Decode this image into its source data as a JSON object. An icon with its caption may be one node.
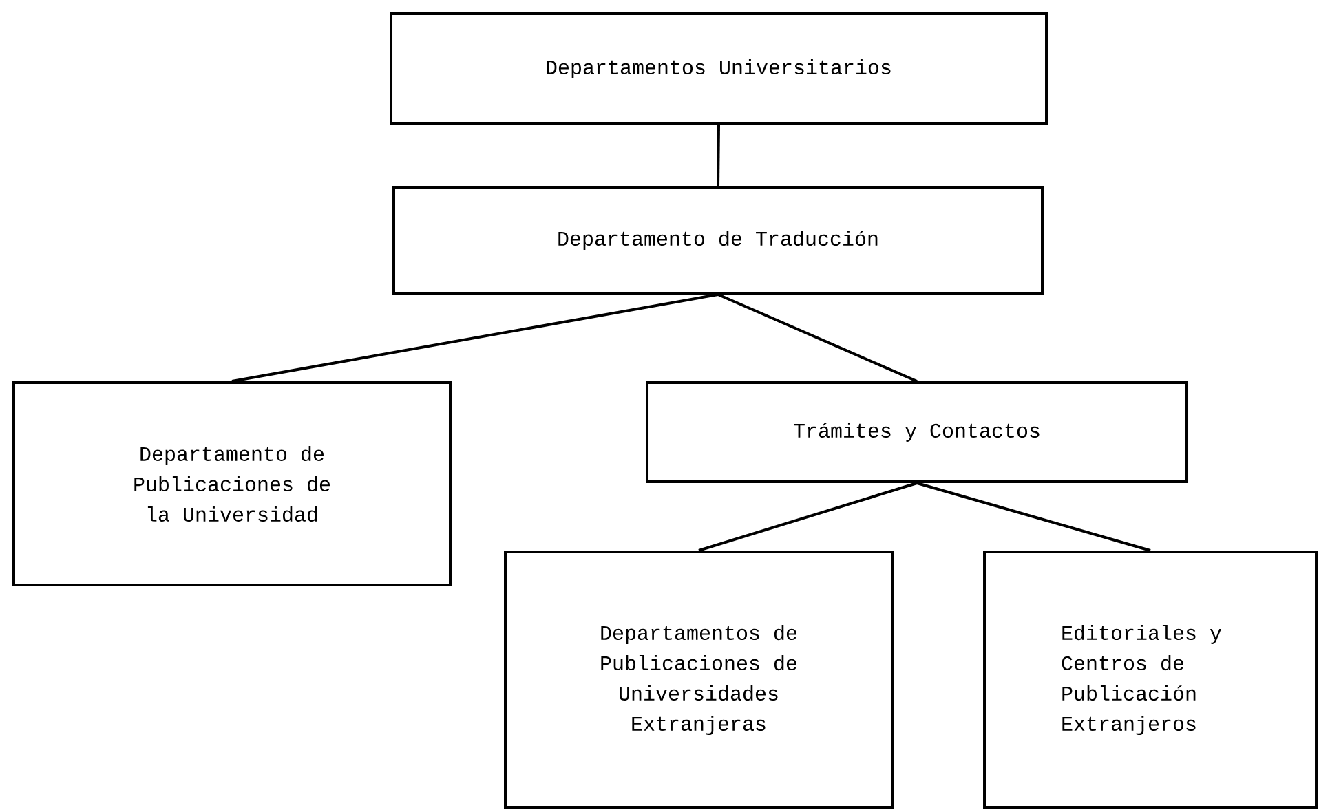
{
  "diagram": {
    "nodes": [
      {
        "text": [
          "Departamentos Universitarios"
        ]
      },
      {
        "text": [
          "Departamento de Traducción"
        ]
      },
      {
        "text": [
          "Departamento de Publicaciones de la Universidad"
        ]
      },
      {
        "text": [
          "Trámites y Contactos"
        ]
      },
      {
        "text": [
          "Departamentos de Publicaciones de Universidades Extranjeras"
        ]
      },
      {
        "text": [
          "Editoriales y Centros de Publicación Extranjeros"
        ]
      }
    ],
    "edges": [
      {
        "from": 0,
        "to": 1,
        "arrow": "none"
      },
      {
        "from": 1,
        "to": 2,
        "arrow": "none"
      },
      {
        "from": 1,
        "to": 3,
        "arrow": "none"
      },
      {
        "from": 3,
        "to": 4,
        "arrow": "none"
      },
      {
        "from": 3,
        "to": 5,
        "arrow": "none"
      }
    ]
  }
}
